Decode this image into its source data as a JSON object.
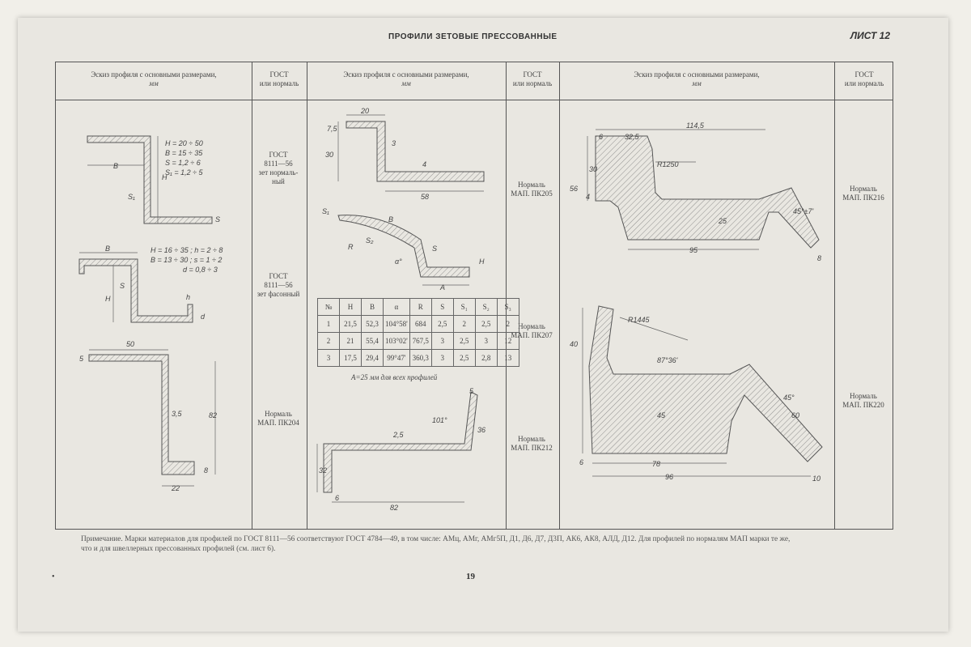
{
  "header": {
    "title": "ПРОФИЛИ ЗЕТОВЫЕ ПРЕССОВАННЫЕ",
    "sheet": "ЛИСТ 12"
  },
  "columns": {
    "sketch1": {
      "line1": "Эскиз профиля с основными размерами,",
      "line2": "мм"
    },
    "gost1": {
      "line1": "ГОСТ",
      "line2": "или нормаль"
    },
    "sketch2": {
      "line1": "Эскиз профиля с основными размерами,",
      "line2": "мм"
    },
    "gost2": {
      "line1": "ГОСТ",
      "line2": "или нормаль"
    },
    "sketch3": {
      "line1": "Эскиз профиля с основными размерами,",
      "line2": "мм"
    },
    "gost3": {
      "line1": "ГОСТ",
      "line2": "или нормаль"
    }
  },
  "standards": [
    {
      "l1": "ГОСТ",
      "l2": "8111—56",
      "l3": "зет нормаль-",
      "l4": "ный"
    },
    {
      "l1": "ГОСТ",
      "l2": "8111—56",
      "l3": "зет фасонный"
    },
    {
      "l1": "Нормаль",
      "l2": "МАП. ПК204"
    },
    {
      "l1": "Нормаль",
      "l2": "МАП. ПК205"
    },
    {
      "l1": "Нормаль",
      "l2": "МАП. ПК207"
    },
    {
      "l1": "Нормаль",
      "l2": "МАП. ПК212"
    },
    {
      "l1": "Нормаль",
      "l2": "МАП. ПК216"
    },
    {
      "l1": "Нормаль",
      "l2": "МАП. ПК220"
    }
  ],
  "dims": {
    "p1": {
      "a": "H = 20 ÷ 50",
      "b": "B = 15 ÷ 35",
      "c": "S = 1,2 ÷ 6",
      "d": "S₁ = 1,2 ÷ 5",
      "B": "B",
      "H": "H",
      "S1": "S₁",
      "S": "S"
    },
    "p2": {
      "a": "H = 16 ÷ 35  ;  h = 2 ÷ 8",
      "b": "B = 13 ÷ 30  ;  s = 1 ÷ 2",
      "c": "d = 0,8 ÷ 3",
      "B": "B",
      "H": "H",
      "S": "S",
      "h": "h",
      "d": "d"
    },
    "p3": {
      "w50": "50",
      "s5": "5",
      "t35": "3,5",
      "h82": "82",
      "s8": "8",
      "w22": "22"
    },
    "p4": {
      "w20": "20",
      "t75": "7,5",
      "h30": "30",
      "s3": "3",
      "s4": "4",
      "w58": "58"
    },
    "p5": {
      "S1": "S₁",
      "B": "B",
      "S2": "S₂",
      "R": "R",
      "alpha": "α°",
      "S": "S",
      "H": "H",
      "A": "A"
    },
    "p6": {
      "s5": "5",
      "a101": "101°",
      "r25": "2,5",
      "h36": "36",
      "h32": "32",
      "s6": "6",
      "w82": "82"
    },
    "p7": {
      "w114": "114,5",
      "w325": "32,5",
      "s6": "6",
      "r1250": "R1250",
      "h30": "30",
      "h56": "56",
      "s4": "4",
      "a45": "45°±7'",
      "h25": "25",
      "w95": "95",
      "s8": "8"
    },
    "p8": {
      "r1445": "R1445",
      "h40": "40",
      "a87": "87°36'",
      "a45": "45°",
      "h45": "45",
      "h60": "60",
      "s6": "6",
      "w78": "78",
      "w96": "96",
      "s10": "10"
    }
  },
  "param_table": {
    "headers": [
      "№",
      "H",
      "B",
      "α",
      "R",
      "S",
      "S₁",
      "S₂",
      "S₃"
    ],
    "rows": [
      [
        "1",
        "21,5",
        "52,3",
        "104°58'",
        "684",
        "2,5",
        "2",
        "2,5",
        "2"
      ],
      [
        "2",
        "21",
        "55,4",
        "103°02'",
        "767,5",
        "3",
        "2,5",
        "3",
        "12"
      ],
      [
        "3",
        "17,5",
        "29,4",
        "99°47'",
        "360,3",
        "3",
        "2,5",
        "2,8",
        "13"
      ]
    ],
    "note": "A=25 мм для всех профилей"
  },
  "footnote": {
    "line1": "Примечание. Марки материалов для профилей по ГОСТ 8111—56 соответствуют ГОСТ 4784—49, в том числе: АМц, АМг, АМг5П, Д1, Д6, Д7, Д3П, АК6, АК8, АЛД, Д12. Для профилей по нормалям МАП марки те же,",
    "line2": "что и для швеллерных прессованных профилей (см. лист 6)."
  },
  "page_number": "19"
}
